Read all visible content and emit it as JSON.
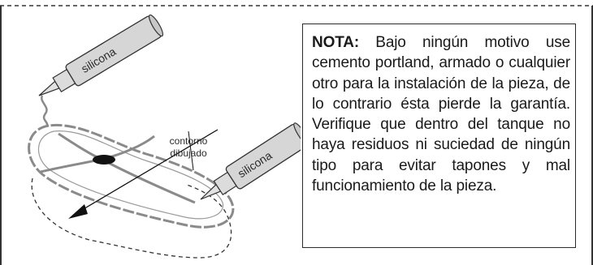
{
  "illustration": {
    "tube_top_label": "silicona",
    "tube_right_label": "silicona",
    "contour_label_line1": "contorno",
    "contour_label_line2": "dibujado"
  },
  "note": {
    "heading": "NOTA:",
    "body": " Bajo ningún motivo use cemento portland, armado o cualquier otro para la instalación de la pieza, de lo contrario ésta pierde la garantía. Verifique que dentro del tanque no haya residuos ni suciedad de ningún tipo para evitar tapones y mal funcionamiento de la pieza."
  }
}
